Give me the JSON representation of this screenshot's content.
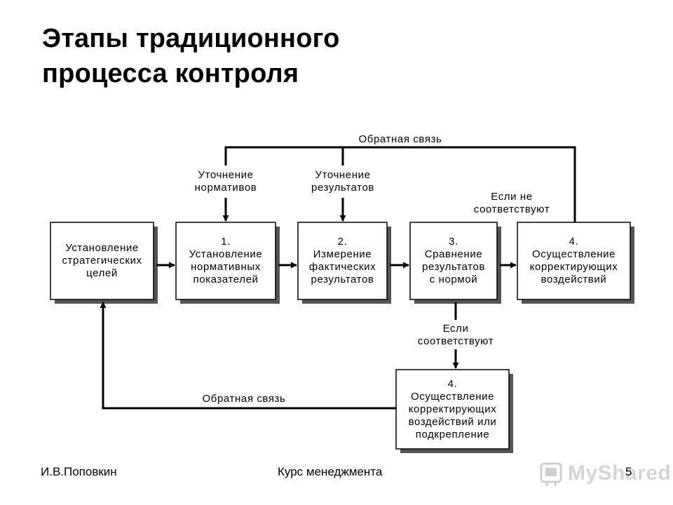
{
  "slide": {
    "title_line1": "Этапы традиционного",
    "title_line2": "процесса контроля"
  },
  "boxes": {
    "strategic": "Установление\nстратегических\nцелей",
    "step1": "1.\nУстановление\nнормативных\nпоказателей",
    "step2": "2.\nИзмерение\nфактических\nрезультатов",
    "step3": "3.\nСравнение\nрезультатов\nс нормой",
    "step4_top": "4.\nОсуществление\nкорректирующих\nвоздействий",
    "step4_bottom": "4.\nОсуществление\nкорректирующих\nвоздействий или\nподкрепление"
  },
  "labels": {
    "feedback_top": "Обратная связь",
    "refine_norms": "Уточнение\nнормативов",
    "refine_results": "Уточнение\nрезультатов",
    "if_not_match": "Если не\nсоответствуют",
    "if_match": "Если\nсоответствуют",
    "feedback_bottom": "Обратная связь"
  },
  "footer": {
    "author": "И.В.Поповкин",
    "course": "Курс менеджмента",
    "page": "5"
  },
  "watermark": {
    "text": "MyShared"
  }
}
